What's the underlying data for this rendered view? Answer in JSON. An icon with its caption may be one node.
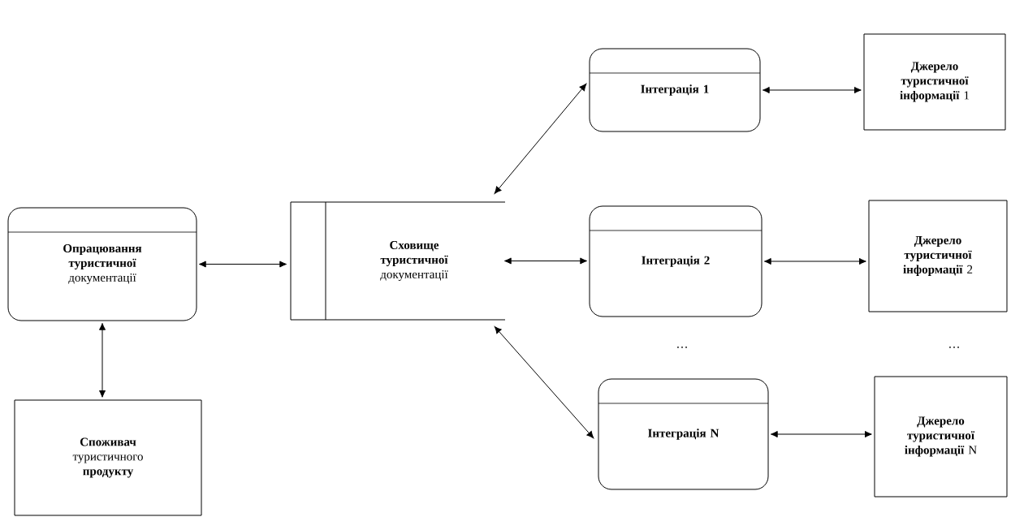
{
  "diagram": {
    "nodes": [
      {
        "text": [
          "**Опрацювання туристичної** документації"
        ]
      },
      {
        "text": [
          "**Споживач** туристичного **продукту**"
        ]
      },
      {
        "text": [
          "**Сховище туристичної** документації"
        ]
      },
      {
        "text": [
          "Інтеграція 1"
        ]
      },
      {
        "text": [
          "**Джерело туристичної інформації** 1"
        ]
      },
      {
        "text": [
          "Інтеграція 2"
        ]
      },
      {
        "text": [
          "**Джерело туристичної інформації** 2"
        ]
      },
      {
        "text": [
          "Інтеграція N"
        ]
      },
      {
        "text": [
          "**Джерело туристичної інформації** N"
        ]
      }
    ],
    "edges": [
      {
        "from": 0,
        "to": 2,
        "arrow": "both"
      },
      {
        "from": 0,
        "to": 1,
        "arrow": "both"
      },
      {
        "from": 2,
        "to": 3,
        "arrow": "both"
      },
      {
        "from": 2,
        "to": 5,
        "arrow": "both"
      },
      {
        "from": 2,
        "to": 7,
        "arrow": "both"
      },
      {
        "from": 3,
        "to": 4,
        "arrow": "both"
      },
      {
        "from": 5,
        "to": 6,
        "arrow": "both"
      },
      {
        "from": 7,
        "to": 8,
        "arrow": "both"
      }
    ],
    "labels": [
      "…",
      "…"
    ]
  }
}
